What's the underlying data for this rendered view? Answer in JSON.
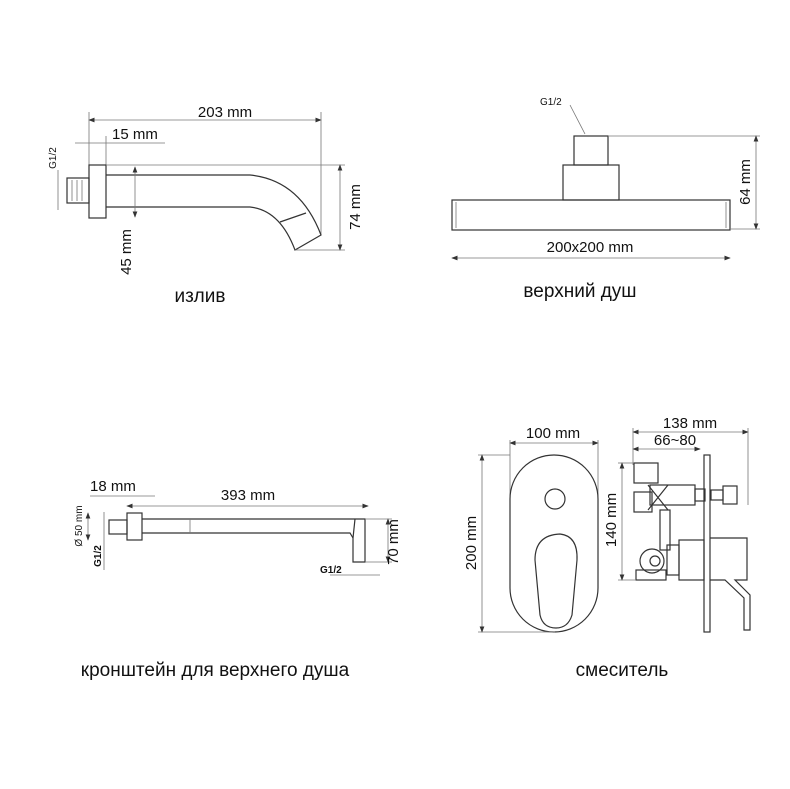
{
  "spout": {
    "caption": "излив",
    "length": "203 mm",
    "flange": "15 mm",
    "height": "74 mm",
    "depth": "45 mm",
    "thread": "G1/2"
  },
  "head_shower": {
    "caption": "верхний душ",
    "thread": "G1/2",
    "height": "64 mm",
    "size": "200x200 mm"
  },
  "shower_arm": {
    "caption": "кронштейн для верхнего душа",
    "flange": "18 mm",
    "length": "393 mm",
    "diameter": "Ø 50 mm",
    "thread_left": "G1/2",
    "thread_right": "G1/2",
    "drop": "70 mm"
  },
  "mixer": {
    "caption": "смеситель",
    "width": "100 mm",
    "height": "200 mm",
    "depth": "138 mm",
    "adjust": "66~80",
    "body_height": "140 mm"
  }
}
